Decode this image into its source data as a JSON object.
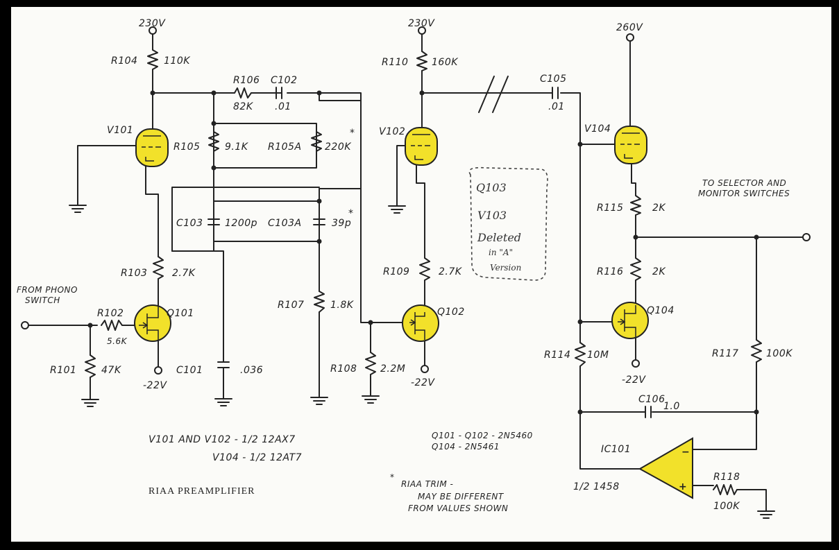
{
  "supplies": {
    "v101": "230V",
    "v102": "230V",
    "v104": "260V",
    "neg1": "-22V",
    "neg2": "-22V",
    "neg3": "-22V"
  },
  "resistors": {
    "r101": {
      "ref": "R101",
      "val": "47K"
    },
    "r102": {
      "ref": "R102",
      "val": "5.6K"
    },
    "r103": {
      "ref": "R103",
      "val": "2.7K"
    },
    "r104": {
      "ref": "R104",
      "val": "110K"
    },
    "r105": {
      "ref": "R105",
      "val": "9.1K"
    },
    "r105a": {
      "ref": "R105A",
      "val": "220K"
    },
    "r106": {
      "ref": "R106",
      "val": "82K"
    },
    "r107": {
      "ref": "R107",
      "val": "1.8K"
    },
    "r108": {
      "ref": "R108",
      "val": "2.2M"
    },
    "r109": {
      "ref": "R109",
      "val": "2.7K"
    },
    "r110": {
      "ref": "R110",
      "val": "160K"
    },
    "r114": {
      "ref": "R114",
      "val": "10M"
    },
    "r115": {
      "ref": "R115",
      "val": "2K"
    },
    "r116": {
      "ref": "R116",
      "val": "2K"
    },
    "r117": {
      "ref": "R117",
      "val": "100K"
    },
    "r118": {
      "ref": "R118",
      "val": "100K"
    }
  },
  "capacitors": {
    "c101": {
      "ref": "C101",
      "val": ".036"
    },
    "c102": {
      "ref": "C102",
      "val": ".01"
    },
    "c103": {
      "ref": "C103",
      "val": "1200p"
    },
    "c103a": {
      "ref": "C103A",
      "val": "39p"
    },
    "c105": {
      "ref": "C105",
      "val": ".01"
    },
    "c106": {
      "ref": "C106",
      "val": "1.0"
    }
  },
  "devices": {
    "v101": "V101",
    "v102": "V102",
    "v104": "V104",
    "q101": "Q101",
    "q102": "Q102",
    "q104": "Q104",
    "ic101": "IC101",
    "ic101_part": "1/2 1458"
  },
  "io": {
    "input_line1": "FROM PHONO",
    "input_line2": "SWITCH",
    "output_line1": "TO SELECTOR AND",
    "output_line2": "MONITOR SWITCHES"
  },
  "asterisk": "*",
  "opamp": {
    "minus": "−",
    "plus": "+"
  },
  "deleted_note": {
    "line1": "Q103",
    "line2": "V103",
    "line3": "Deleted",
    "line4": "in \"A\"",
    "line5": "Version"
  },
  "notes": {
    "tubes_line1": "V101 AND V102 - 1/2 12AX7",
    "tubes_line2": "V104 - 1/2 12AT7",
    "fets_line1": "Q101 - Q102 - 2N5460",
    "fets_line2": "Q104 - 2N5461",
    "title": "RIAA PREAMPLIFIER",
    "trim_line1": "RIAA TRIM -",
    "trim_line2": "MAY BE DIFFERENT",
    "trim_line3": "FROM VALUES SHOWN"
  },
  "colors": {
    "highlight": "#f2e12a",
    "ink": "#222222",
    "paper": "#fbfbf8"
  }
}
